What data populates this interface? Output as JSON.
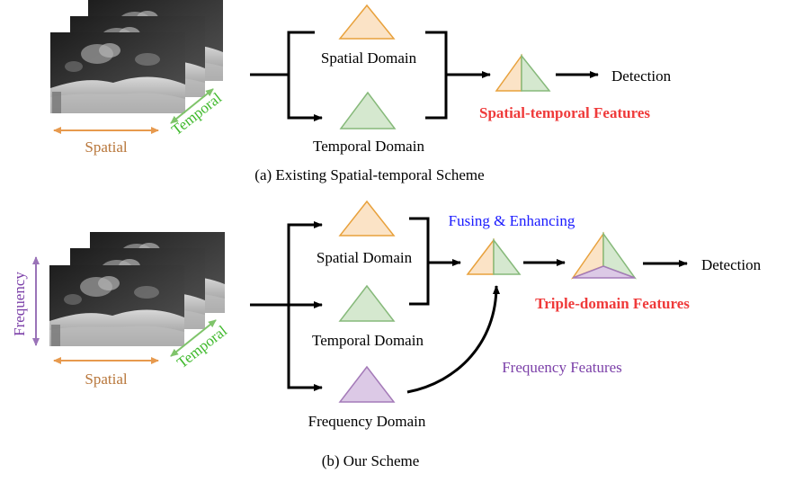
{
  "scheme_a": {
    "axis_spatial": "Spatial",
    "axis_temporal": "Temporal",
    "spatial_domain": "Spatial Domain",
    "temporal_domain": "Temporal Domain",
    "features": "Spatial-temporal Features",
    "detection": "Detection",
    "caption": "(a) Existing Spatial-temporal Scheme"
  },
  "scheme_b": {
    "axis_frequency": "Frequency",
    "axis_spatial": "Spatial",
    "axis_temporal": "Temporal",
    "spatial_domain": "Spatial Domain",
    "temporal_domain": "Temporal Domain",
    "frequency_domain": "Frequency Domain",
    "fusing": "Fusing & Enhancing",
    "frequency_features": "Frequency Features",
    "features": "Triple-domain Features",
    "detection": "Detection",
    "caption": "(b) Our Scheme"
  },
  "colors": {
    "spatial_fill": "#fbe3c6",
    "spatial_stroke": "#e8a13c",
    "temporal_fill": "#d5e8cf",
    "temporal_stroke": "#86b97a",
    "frequency_fill": "#dcc9e6",
    "frequency_stroke": "#a47ab8",
    "spatial_axis": "#e79a4e",
    "spatial_label": "#b8763a",
    "temporal_axis": "#7fc46a",
    "temporal_label": "#3fb92c",
    "frequency_axis": "#9a73b8",
    "fusing_text": "#1a1aff",
    "freq_feat_text": "#7b3fa8",
    "features_text": "#ef3a3a"
  }
}
